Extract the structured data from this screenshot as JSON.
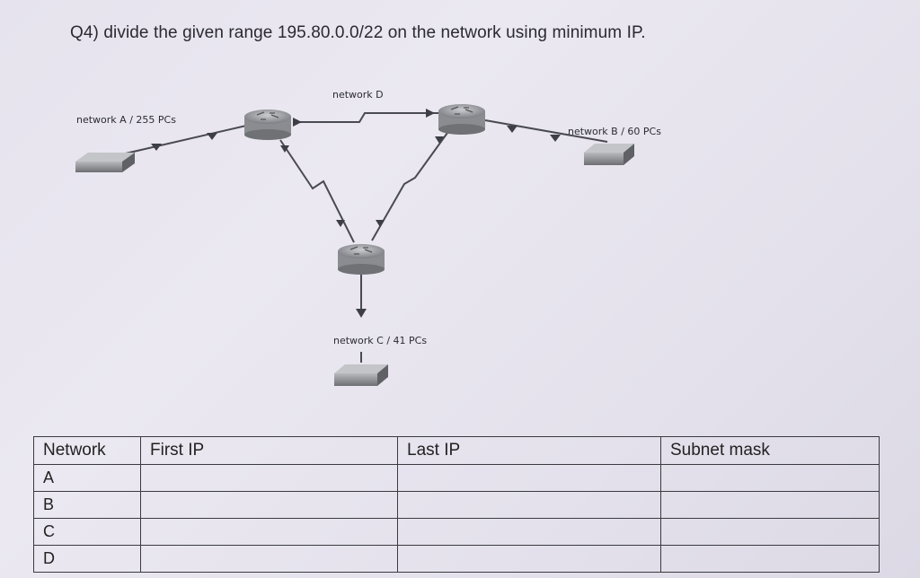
{
  "question": "Q4) divide the given range 195.80.0.0/22 on the network using minimum IP.",
  "diagram": {
    "labels": {
      "network_a": "network A / 255 PCs",
      "network_b": "network B / 60 PCs",
      "network_c": "network C / 41 PCs",
      "network_d": "network D"
    },
    "icons": {
      "router": "router-icon",
      "switch": "switch-icon"
    },
    "colors": {
      "link": "#4a4a52",
      "router": "#8a8c90",
      "switch": "#7d7f83"
    }
  },
  "table": {
    "headers": [
      "Network",
      "First IP",
      "Last IP",
      "Subnet mask"
    ],
    "rows": [
      "A",
      "B",
      "C",
      "D"
    ]
  }
}
